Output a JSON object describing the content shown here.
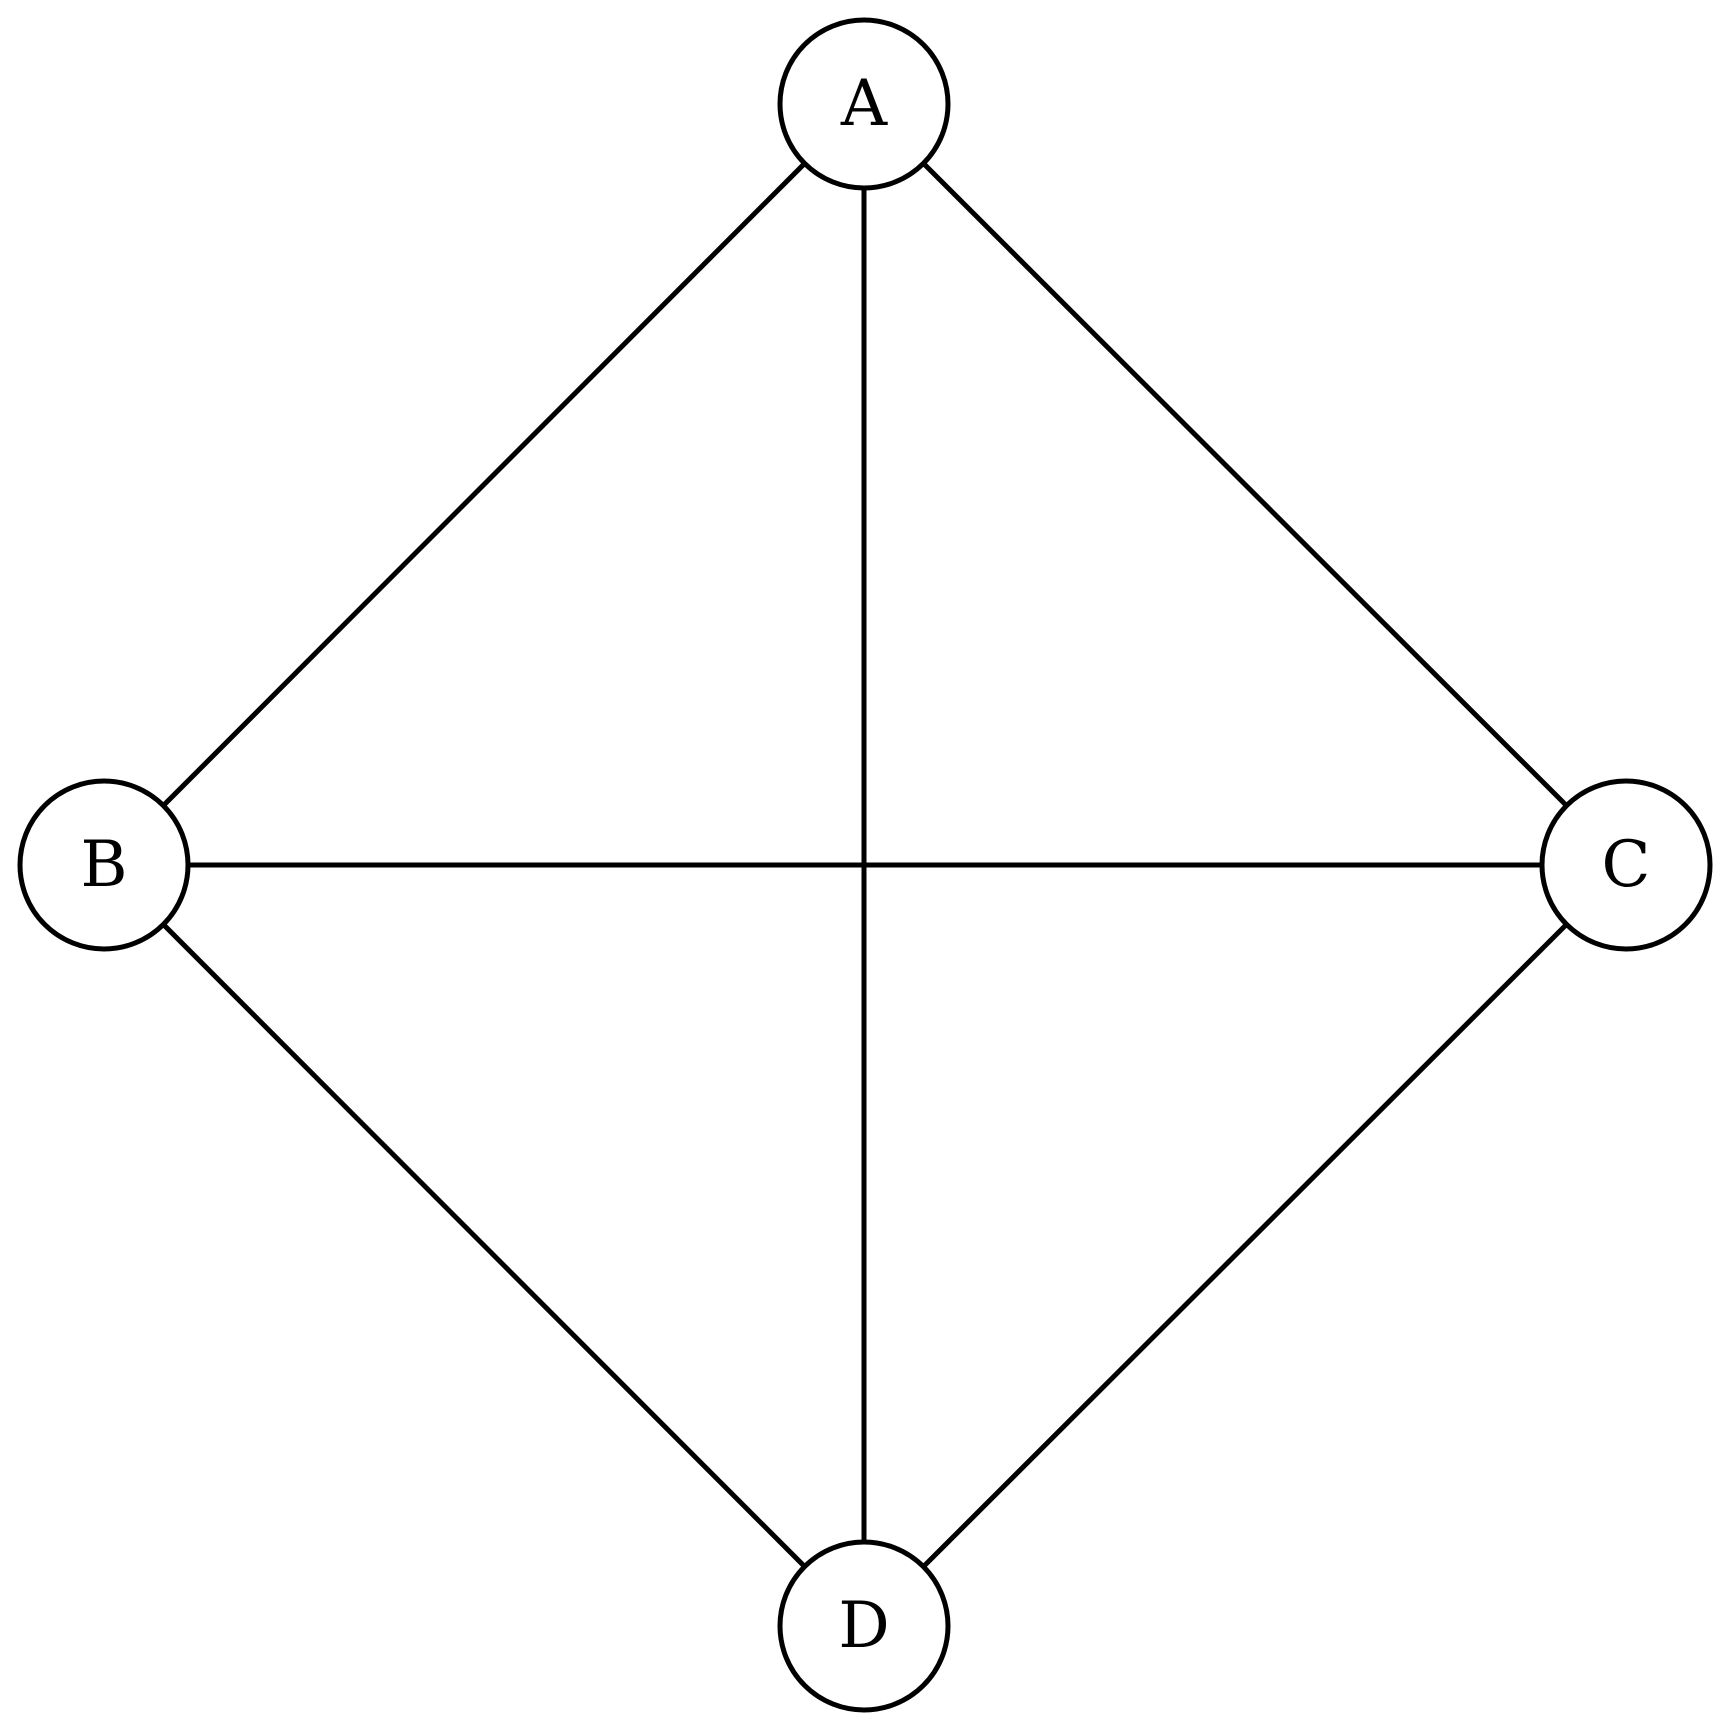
{
  "graph": {
    "nodes": [
      {
        "id": "A",
        "label": "A"
      },
      {
        "id": "B",
        "label": "B"
      },
      {
        "id": "C",
        "label": "C"
      },
      {
        "id": "D",
        "label": "D"
      }
    ],
    "edges": [
      {
        "from": "A",
        "to": "B"
      },
      {
        "from": "A",
        "to": "C"
      },
      {
        "from": "A",
        "to": "D"
      },
      {
        "from": "B",
        "to": "C"
      },
      {
        "from": "B",
        "to": "D"
      },
      {
        "from": "C",
        "to": "D"
      }
    ]
  }
}
